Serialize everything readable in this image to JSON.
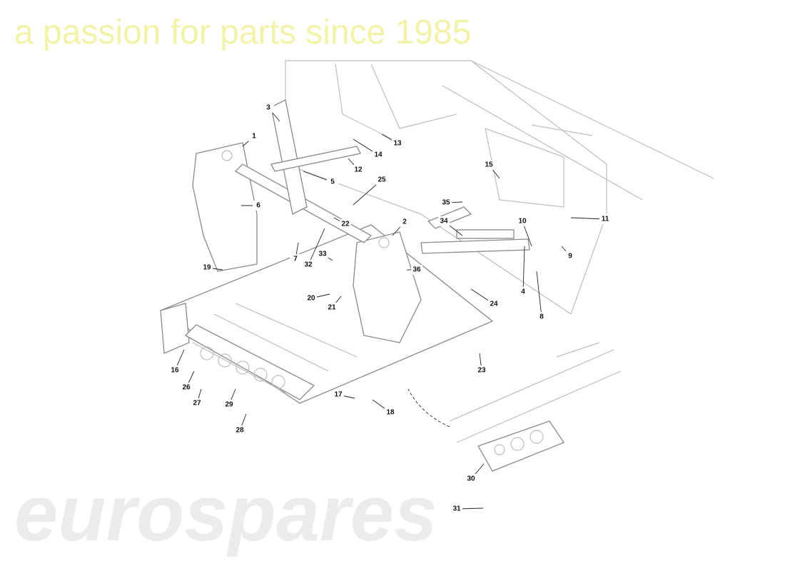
{
  "watermark": {
    "brand": "eurospares",
    "tagline": "a passion for parts since 1985"
  },
  "part_labels": [
    "1",
    "2",
    "3",
    "4",
    "5",
    "6",
    "7",
    "8",
    "9",
    "10",
    "11",
    "12",
    "13",
    "14",
    "15",
    "16",
    "17",
    "18",
    "19",
    "20",
    "21",
    "22",
    "23",
    "24",
    "25",
    "26",
    "27",
    "28",
    "29",
    "30",
    "31",
    "32",
    "33",
    "34",
    "35",
    "36"
  ]
}
